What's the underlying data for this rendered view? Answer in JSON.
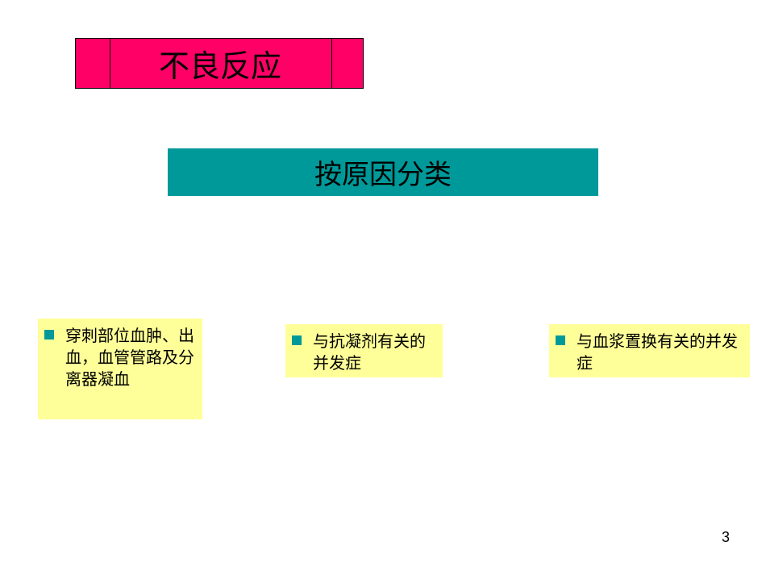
{
  "title": "不良反应",
  "subtitle": "按原因分类",
  "items": [
    {
      "text": "穿刺部位血肿、出血，血管管路及分离器凝血"
    },
    {
      "text": "与抗凝剂有关的并发症"
    },
    {
      "text": "与血浆置换有关的并发症"
    }
  ],
  "page_number": "3",
  "colors": {
    "title_bg": "#ff0066",
    "subtitle_bg": "#009999",
    "card_bg": "#ffff99",
    "bullet": "#009999"
  }
}
